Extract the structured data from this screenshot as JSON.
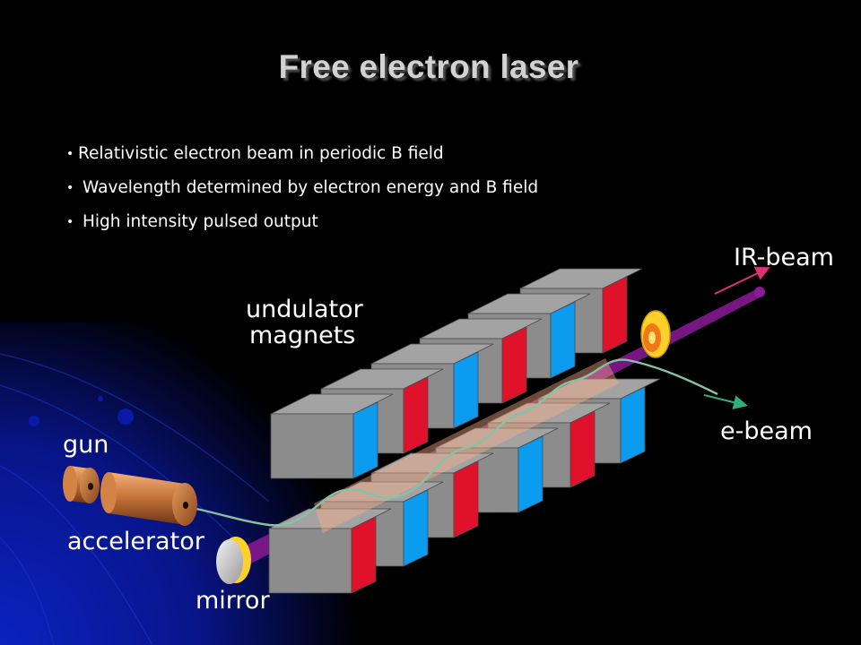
{
  "slide": {
    "title": "Free electron laser",
    "bullets": [
      "Relativistic electron beam in periodic B field",
      "Wavelength determined by electron energy and B field",
      "High intensity pulsed output"
    ],
    "bullet_glyph": "•"
  },
  "diagram": {
    "labels": {
      "undulator_line1": "undulator",
      "undulator_line2": "magnets",
      "ir_beam": "IR-beam",
      "e_beam": "e-beam",
      "gun": "gun",
      "accelerator": "accelerator",
      "mirror": "mirror"
    },
    "colors": {
      "background": "#000000",
      "corner_glow": "#0a1ea0",
      "magnet_top": "#a3a3a3",
      "magnet_front": "#8c8c8c",
      "magnet_north": "#e0112b",
      "magnet_south": "#0b9cf0",
      "laser_beam": "#9a1fa0",
      "electron_path": "#7fb8a0",
      "gun_copper": "#c7743a",
      "mirror_gold": "#ffd02a"
    }
  }
}
